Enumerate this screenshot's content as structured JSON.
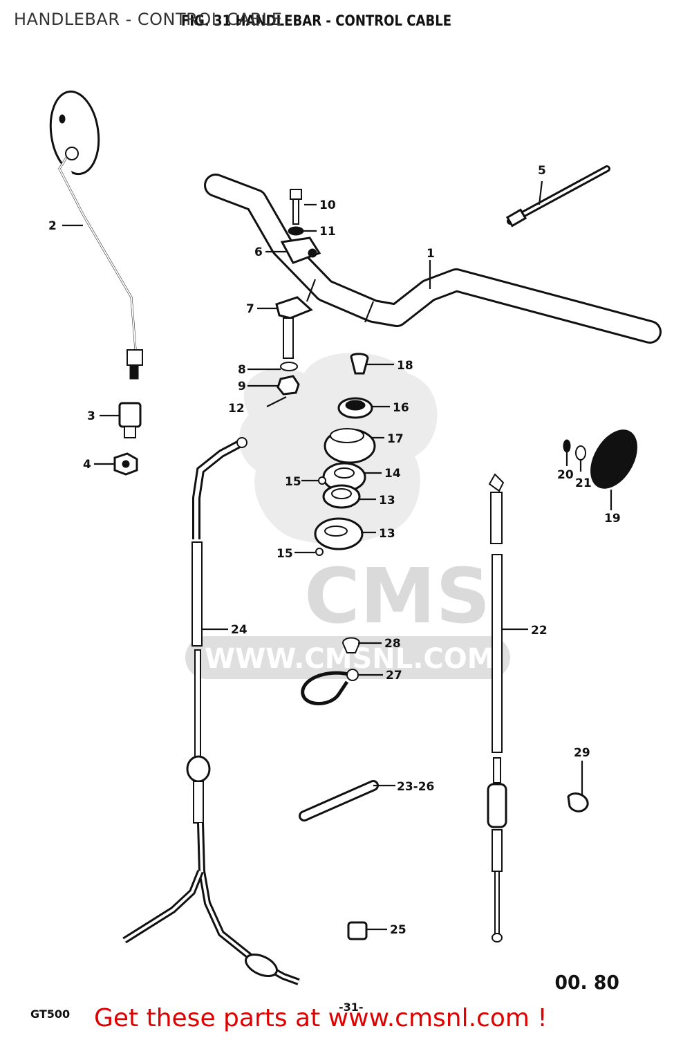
{
  "header": {
    "page_title": "HANDLEBAR - CONTROL CABLE",
    "figure_title": "FIG. 31 HANDLEBAR - CONTROL CABLE"
  },
  "watermark": {
    "brand": "CMS",
    "url": "WWW.CMSNL.COM"
  },
  "callouts": {
    "c1": "1",
    "c2": "2",
    "c3": "3",
    "c4": "4",
    "c5": "5",
    "c6": "6",
    "c7": "7",
    "c8": "8",
    "c9": "9",
    "c10": "10",
    "c11": "11",
    "c12": "12",
    "c13a": "13",
    "c13b": "13",
    "c14": "14",
    "c15a": "15",
    "c15b": "15",
    "c16": "16",
    "c17": "17",
    "c18": "18",
    "c19": "19",
    "c20": "20",
    "c21": "21",
    "c22": "22",
    "c23_26": "23-26",
    "c24": "24",
    "c25": "25",
    "c27": "27",
    "c28": "28",
    "c29": "29"
  },
  "footer": {
    "model": "GT500",
    "page_number": "-31-",
    "date_code": "00. 80",
    "cta": "Get these parts at www.cmsnl.com !"
  },
  "colors": {
    "cta": "#e00000",
    "ink": "#111111",
    "watermark": "#d8d8d8"
  }
}
